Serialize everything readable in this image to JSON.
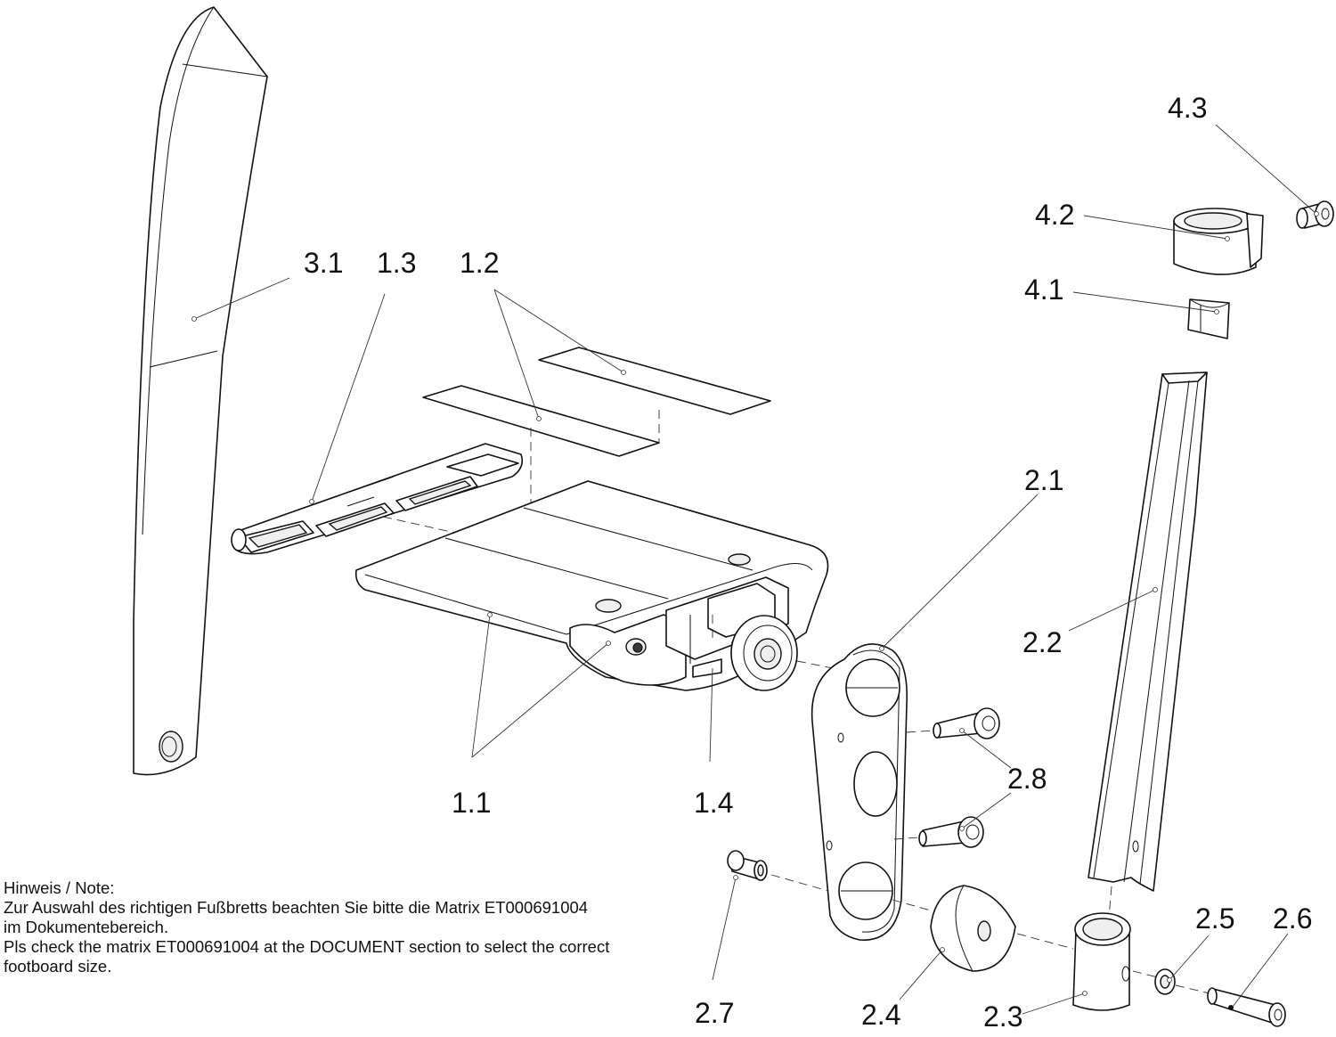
{
  "callouts": {
    "c31": "3.1",
    "c13": "1.3",
    "c12": "1.2",
    "c11": "1.1",
    "c14": "1.4",
    "c21": "2.1",
    "c22": "2.2",
    "c23": "2.3",
    "c24": "2.4",
    "c25": "2.5",
    "c26": "2.6",
    "c27": "2.7",
    "c28": "2.8",
    "c41": "4.1",
    "c42": "4.2",
    "c43": "4.3"
  },
  "note": {
    "heading": "Hinweis / Note:",
    "de_line1": "Zur Auswahl des richtigen Fußbretts beachten Sie bitte die Matrix ET000691004",
    "de_line2": "im Dokumentebereich.",
    "en_line1": "Pls check the matrix ET000691004 at the DOCUMENT section to select the correct",
    "en_line2": "footboard size."
  }
}
